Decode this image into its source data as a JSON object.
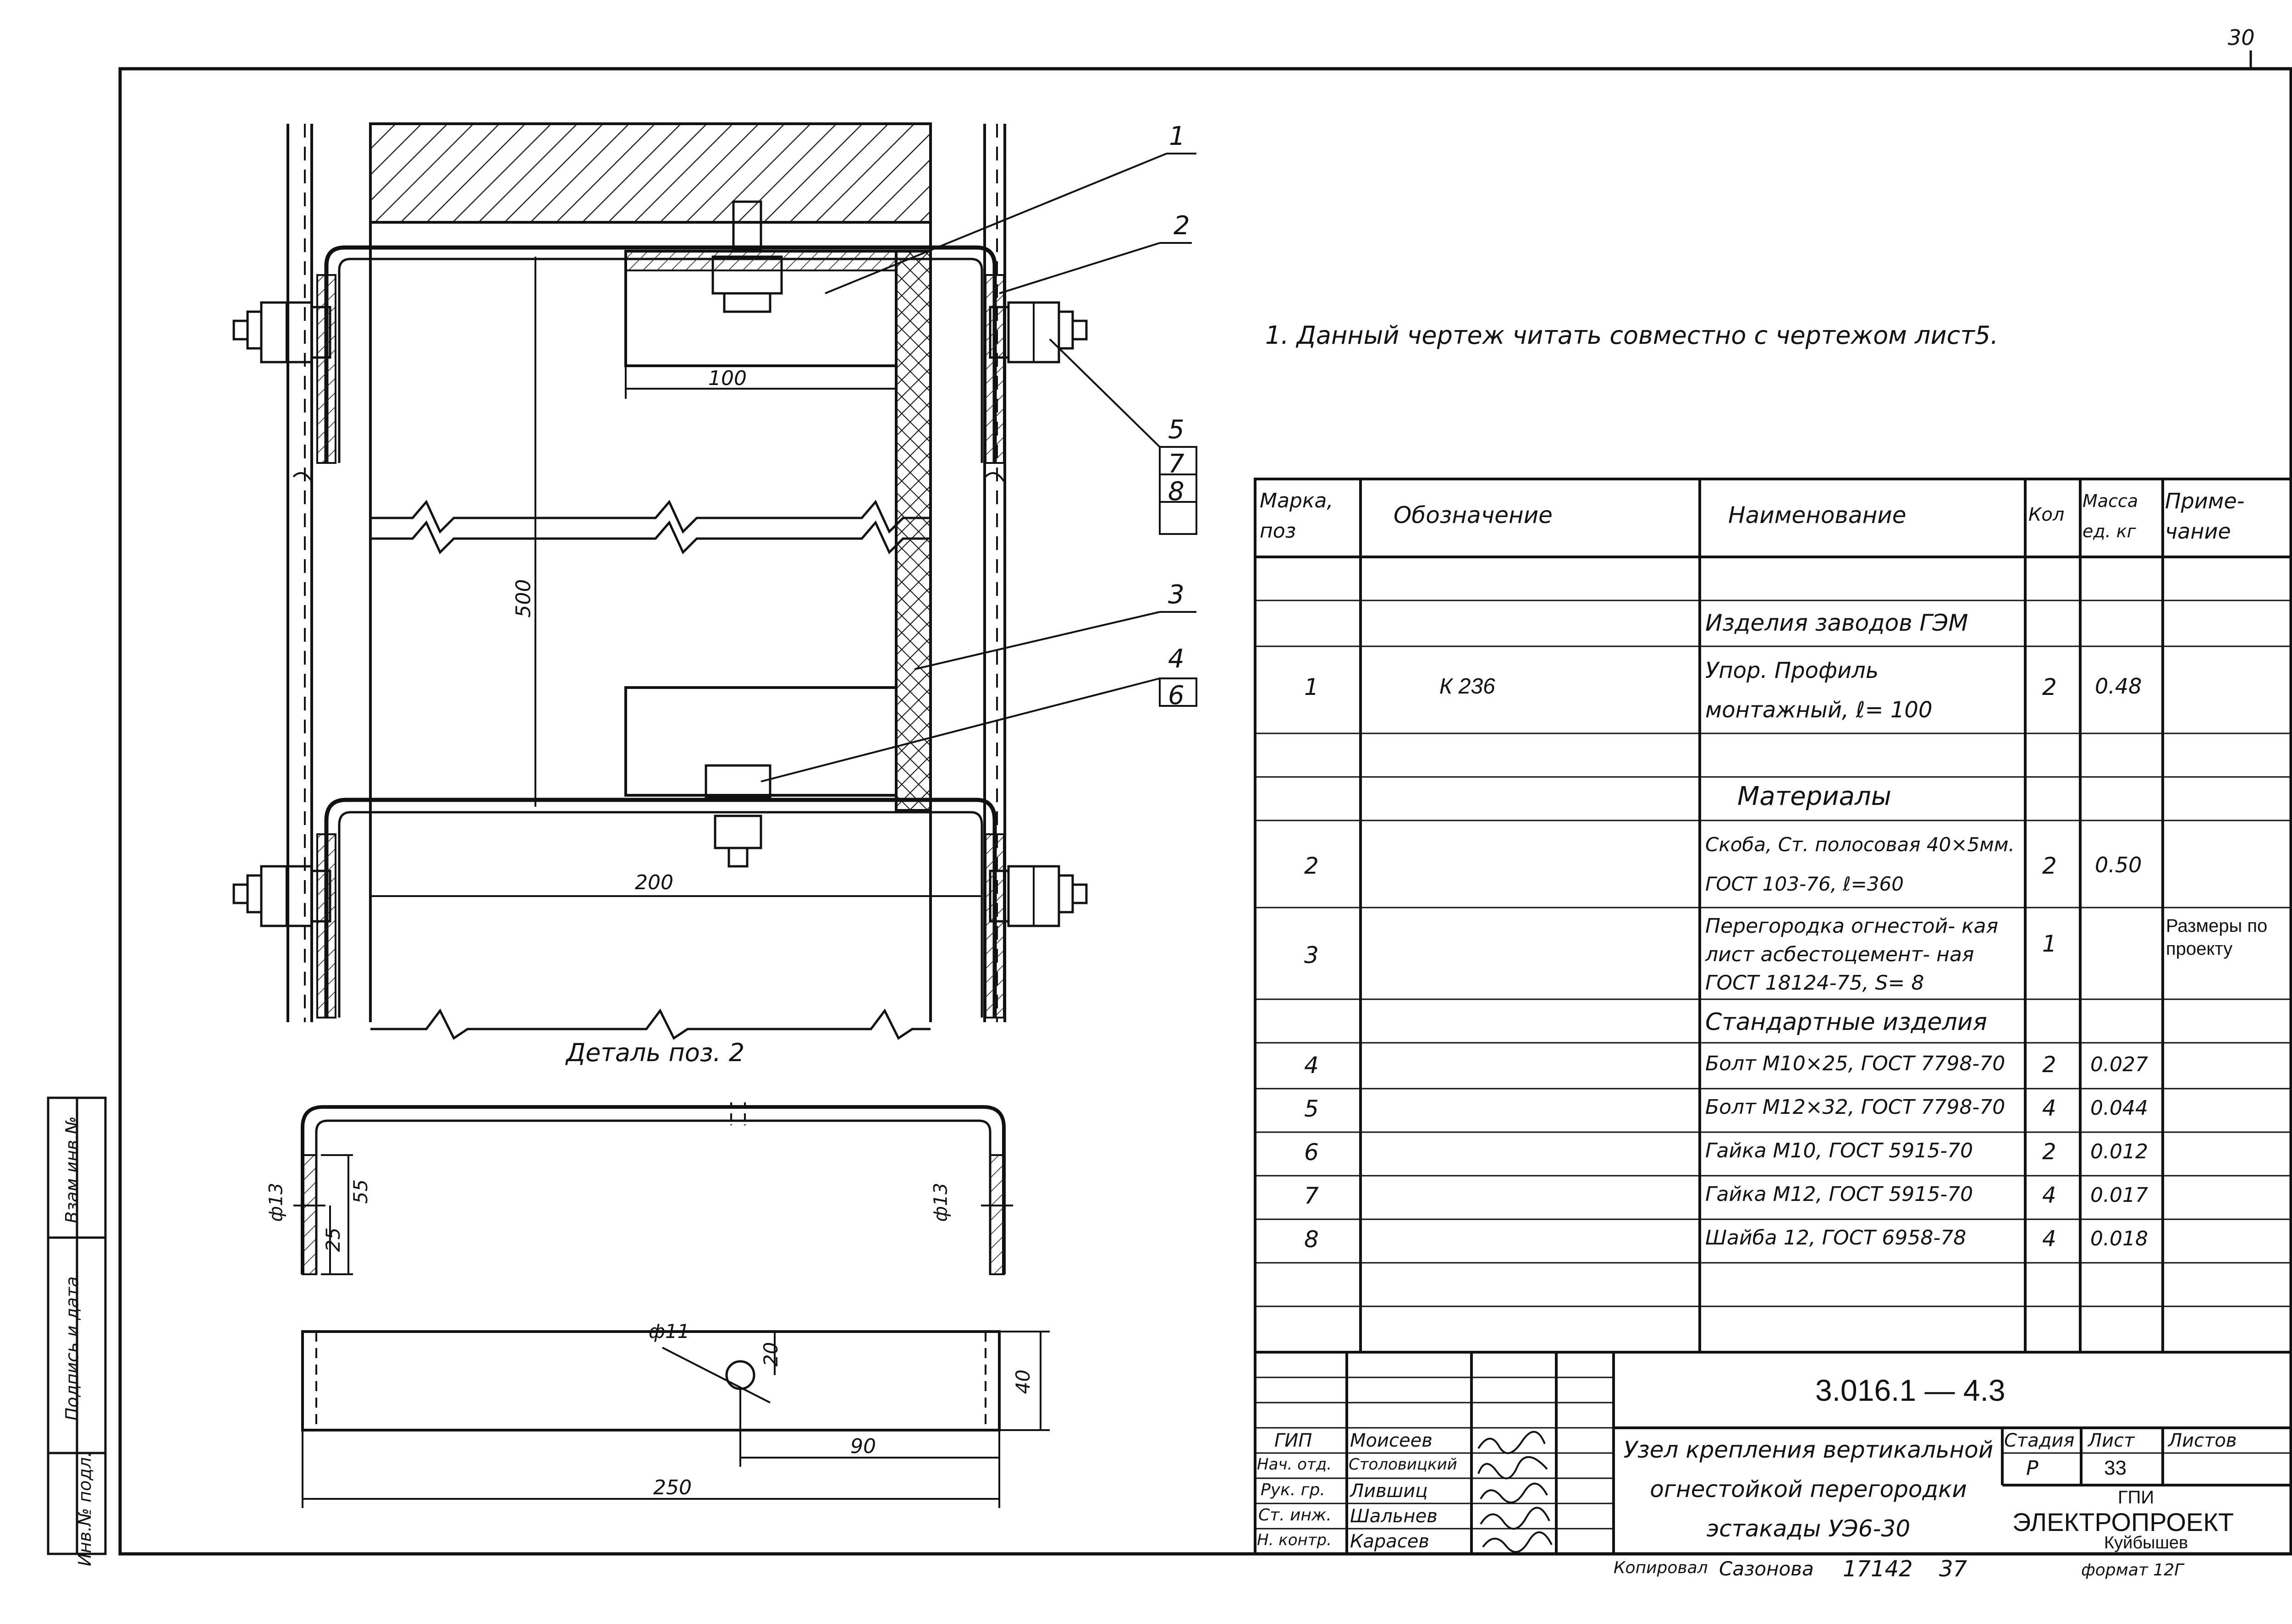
{
  "page_number": "30",
  "note": "1. Данный   чертеж читать совместно с чертежом лист5.",
  "positions": {
    "p1": "1",
    "p2": "2",
    "p3": "3",
    "p4": "4",
    "p5": "5",
    "p7": "7",
    "p8": "8",
    "p6": "6"
  },
  "dims": {
    "d100": "100",
    "d500": "500",
    "d200": "200",
    "d55": "55",
    "d25": "25",
    "d13a": "ф13",
    "d13b": "ф13",
    "d11": "ф11",
    "d20": "20",
    "d40": "40",
    "d90": "90",
    "d250": "250"
  },
  "detail_label": "Деталь поз. 2",
  "spec": {
    "headers": {
      "mark": "Марка, поз",
      "designation": "Обозначение",
      "name": "Наименование",
      "qty": "Кол",
      "mass": "Масса ед. кг",
      "note": "Приме- чание"
    },
    "rows": [
      {
        "mark": "",
        "designation": "",
        "name": "Изделия заводов ГЭМ",
        "qty": "",
        "mass": "",
        "note": ""
      },
      {
        "mark": "1",
        "designation": "К 236",
        "name": "Упор. Профиль монтажный, ℓ= 100",
        "qty": "2",
        "mass": "0.48",
        "note": ""
      },
      {
        "mark": "",
        "designation": "",
        "name": "Материалы",
        "qty": "",
        "mass": "",
        "note": ""
      },
      {
        "mark": "2",
        "designation": "",
        "name": "Скоба, Ст. полосовая 40×5мм. ГОСТ 103-76, ℓ=360",
        "qty": "2",
        "mass": "0.50",
        "note": ""
      },
      {
        "mark": "3",
        "designation": "",
        "name": "Перегородка огнестой- кая лист асбестоцемент- ная ГОСТ 18124-75, S= 8",
        "qty": "1",
        "mass": "",
        "note": "Размеры по проекту"
      },
      {
        "mark": "",
        "designation": "",
        "name": "Стандартные изделия",
        "qty": "",
        "mass": "",
        "note": ""
      },
      {
        "mark": "4",
        "designation": "",
        "name": "Болт М10×25, ГОСТ 7798-70",
        "qty": "2",
        "mass": "0.027",
        "note": ""
      },
      {
        "mark": "5",
        "designation": "",
        "name": "Болт М12×32, ГОСТ 7798-70",
        "qty": "4",
        "mass": "0.044",
        "note": ""
      },
      {
        "mark": "6",
        "designation": "",
        "name": "Гайка М10, ГОСТ 5915-70",
        "qty": "2",
        "mass": "0.012",
        "note": ""
      },
      {
        "mark": "7",
        "designation": "",
        "name": "Гайка М12, ГОСТ 5915-70",
        "qty": "4",
        "mass": "0.017",
        "note": ""
      },
      {
        "mark": "8",
        "designation": "",
        "name": "Шайба 12, ГОСТ 6958-78",
        "qty": "4",
        "mass": "0.018",
        "note": ""
      }
    ]
  },
  "title_block": {
    "doc_number": "3.016.1 — 4.3",
    "title": "Узел крепления вертикальной огнестойкой перегородки эстакады УЭ6-30",
    "stage_label": "Стадия",
    "sheet_label": "Лист",
    "sheets_label": "Листов",
    "stage": "Р",
    "sheet": "33",
    "sheets": "",
    "org_line1": "ГПИ",
    "org_line2": "ЭЛЕКТРОПРОЕКТ",
    "org_line3": "Куйбышев",
    "staff": [
      {
        "role": "ГИП",
        "name": "Моисеев"
      },
      {
        "role": "Нач. отд.",
        "name": "Столовицкий"
      },
      {
        "role": "Рук. гр.",
        "name": "Лившиц"
      },
      {
        "role": "Ст. инж.",
        "name": "Шальнев"
      },
      {
        "role": "Н. контр.",
        "name": "Карасев"
      }
    ]
  },
  "footer": {
    "copied_label": "Копировал",
    "copied_name": "Сазонова",
    "number": "17142",
    "number2": "37",
    "format_label": "формат 12Г"
  },
  "margin_stamp": {
    "col1": "Взам инв.№",
    "col2": "Подпись и дата",
    "col3": "Инв.№ подл."
  }
}
